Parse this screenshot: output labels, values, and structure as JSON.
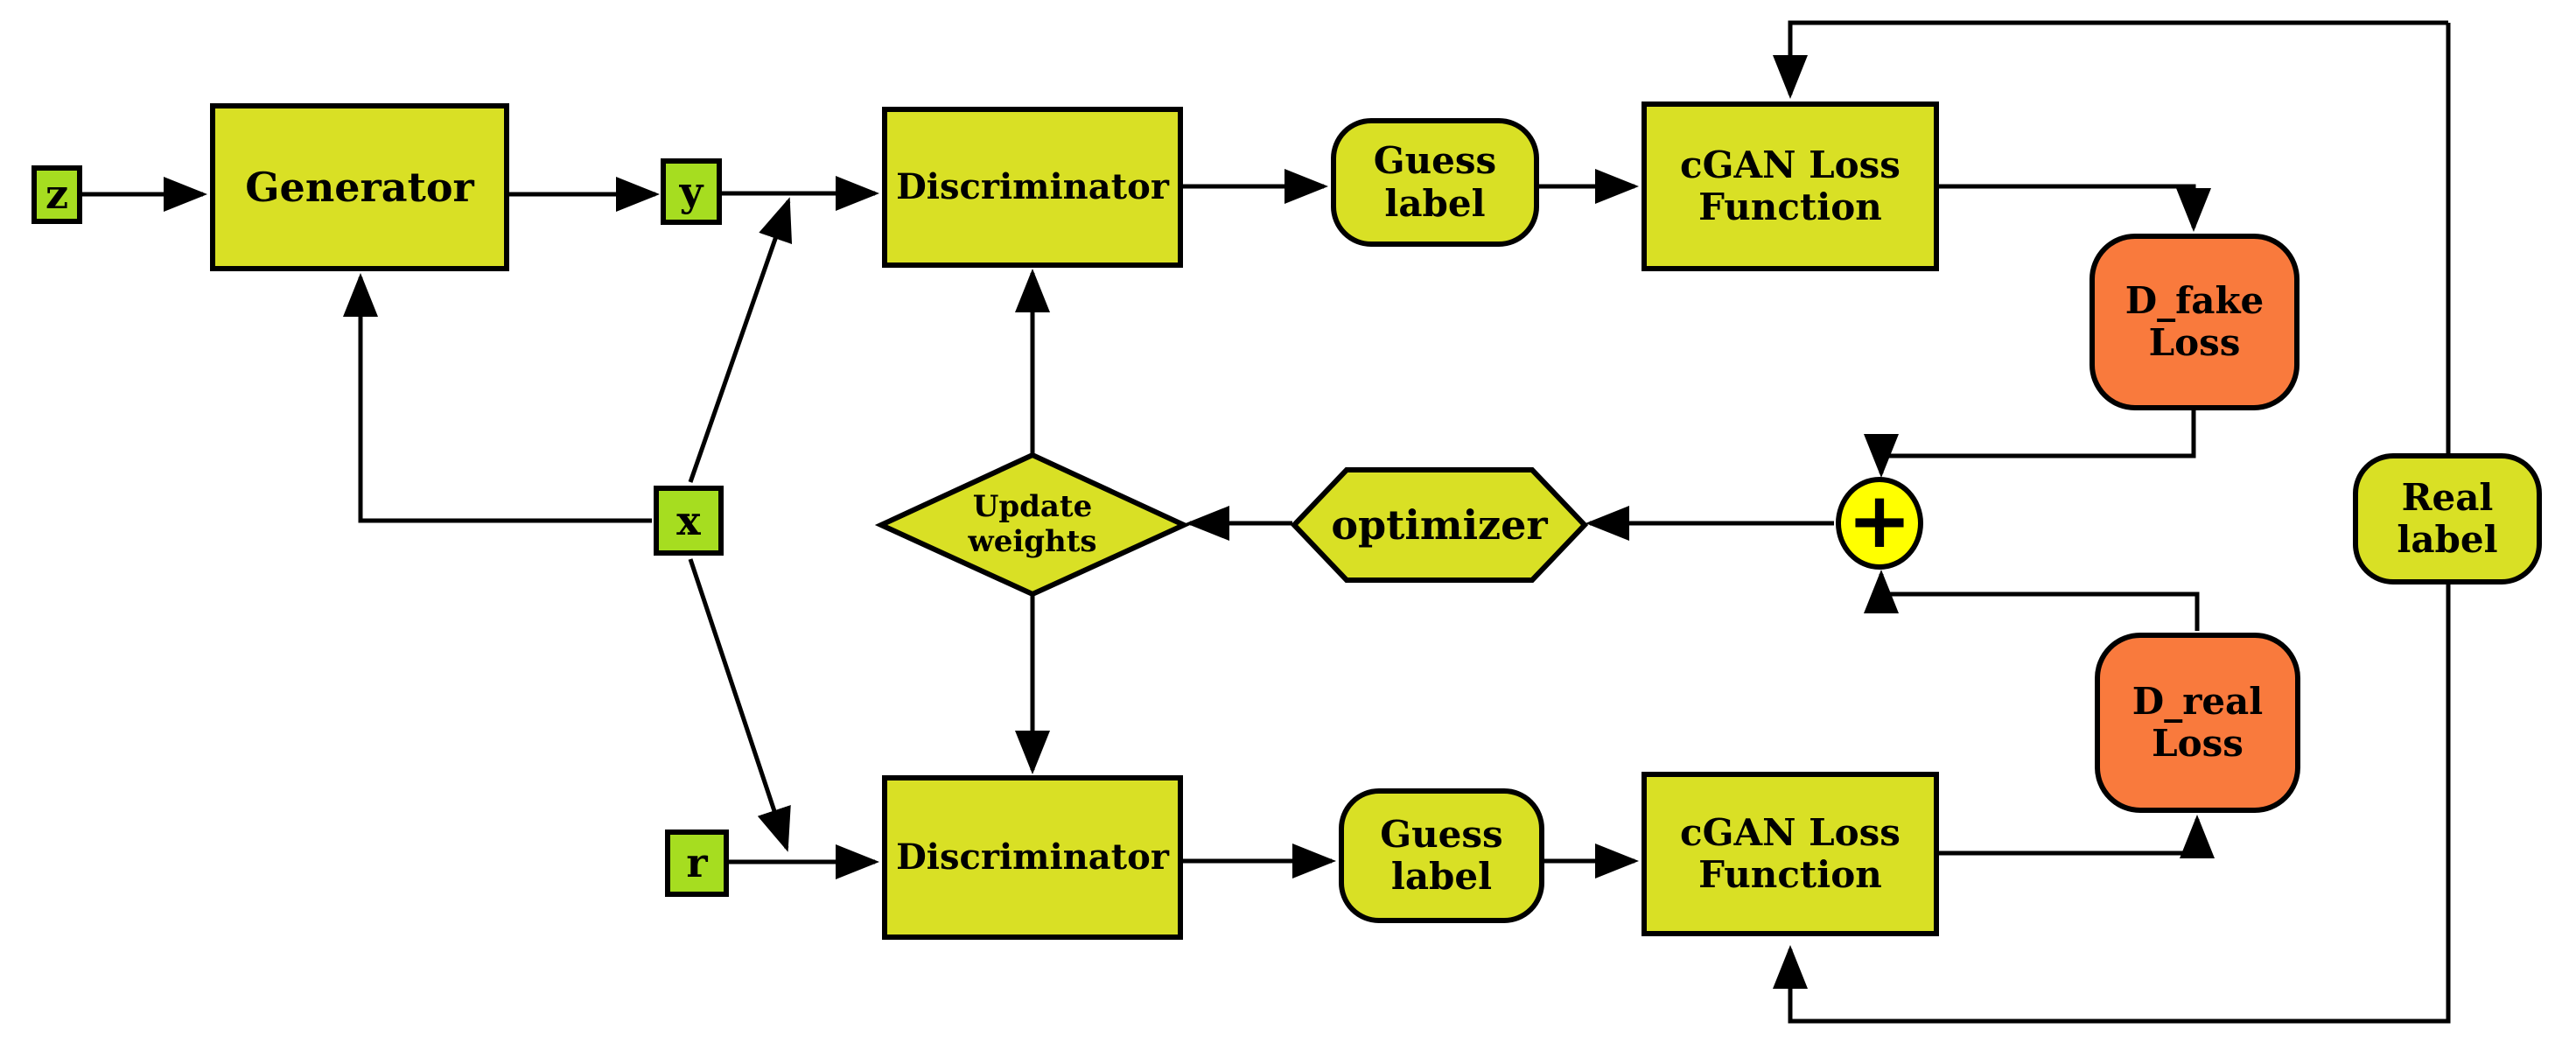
{
  "colors": {
    "node_yellow": "#d9e025",
    "node_green": "#a6dd20",
    "node_orange": "#f97a3d",
    "plus_yellow": "#ffff00",
    "line_black": "#000000",
    "background": "#ffffff"
  },
  "nodes": {
    "z": {
      "label": "z"
    },
    "generator": {
      "label": "Generator"
    },
    "y": {
      "label": "y"
    },
    "x": {
      "label": "x"
    },
    "r": {
      "label": "r"
    },
    "discriminator_top": {
      "label": "Discriminator"
    },
    "guess_label_top": {
      "line1": "Guess",
      "line2": "label"
    },
    "cgan_loss_top": {
      "line1": "cGAN Loss",
      "line2": "Function"
    },
    "d_fake_loss": {
      "line1": "D_fake",
      "line2": "Loss"
    },
    "plus_junction": {
      "symbol": "+"
    },
    "optimizer": {
      "label": "optimizer"
    },
    "update_weights": {
      "line1": "Update",
      "line2": "weights"
    },
    "d_real_loss": {
      "line1": "D_real",
      "line2": "Loss"
    },
    "real_label": {
      "line1": "Real",
      "line2": "label"
    },
    "discriminator_bottom": {
      "label": "Discriminator"
    },
    "guess_label_bottom": {
      "line1": "Guess",
      "line2": "label"
    },
    "cgan_loss_bottom": {
      "line1": "cGAN Loss",
      "line2": "Function"
    }
  }
}
